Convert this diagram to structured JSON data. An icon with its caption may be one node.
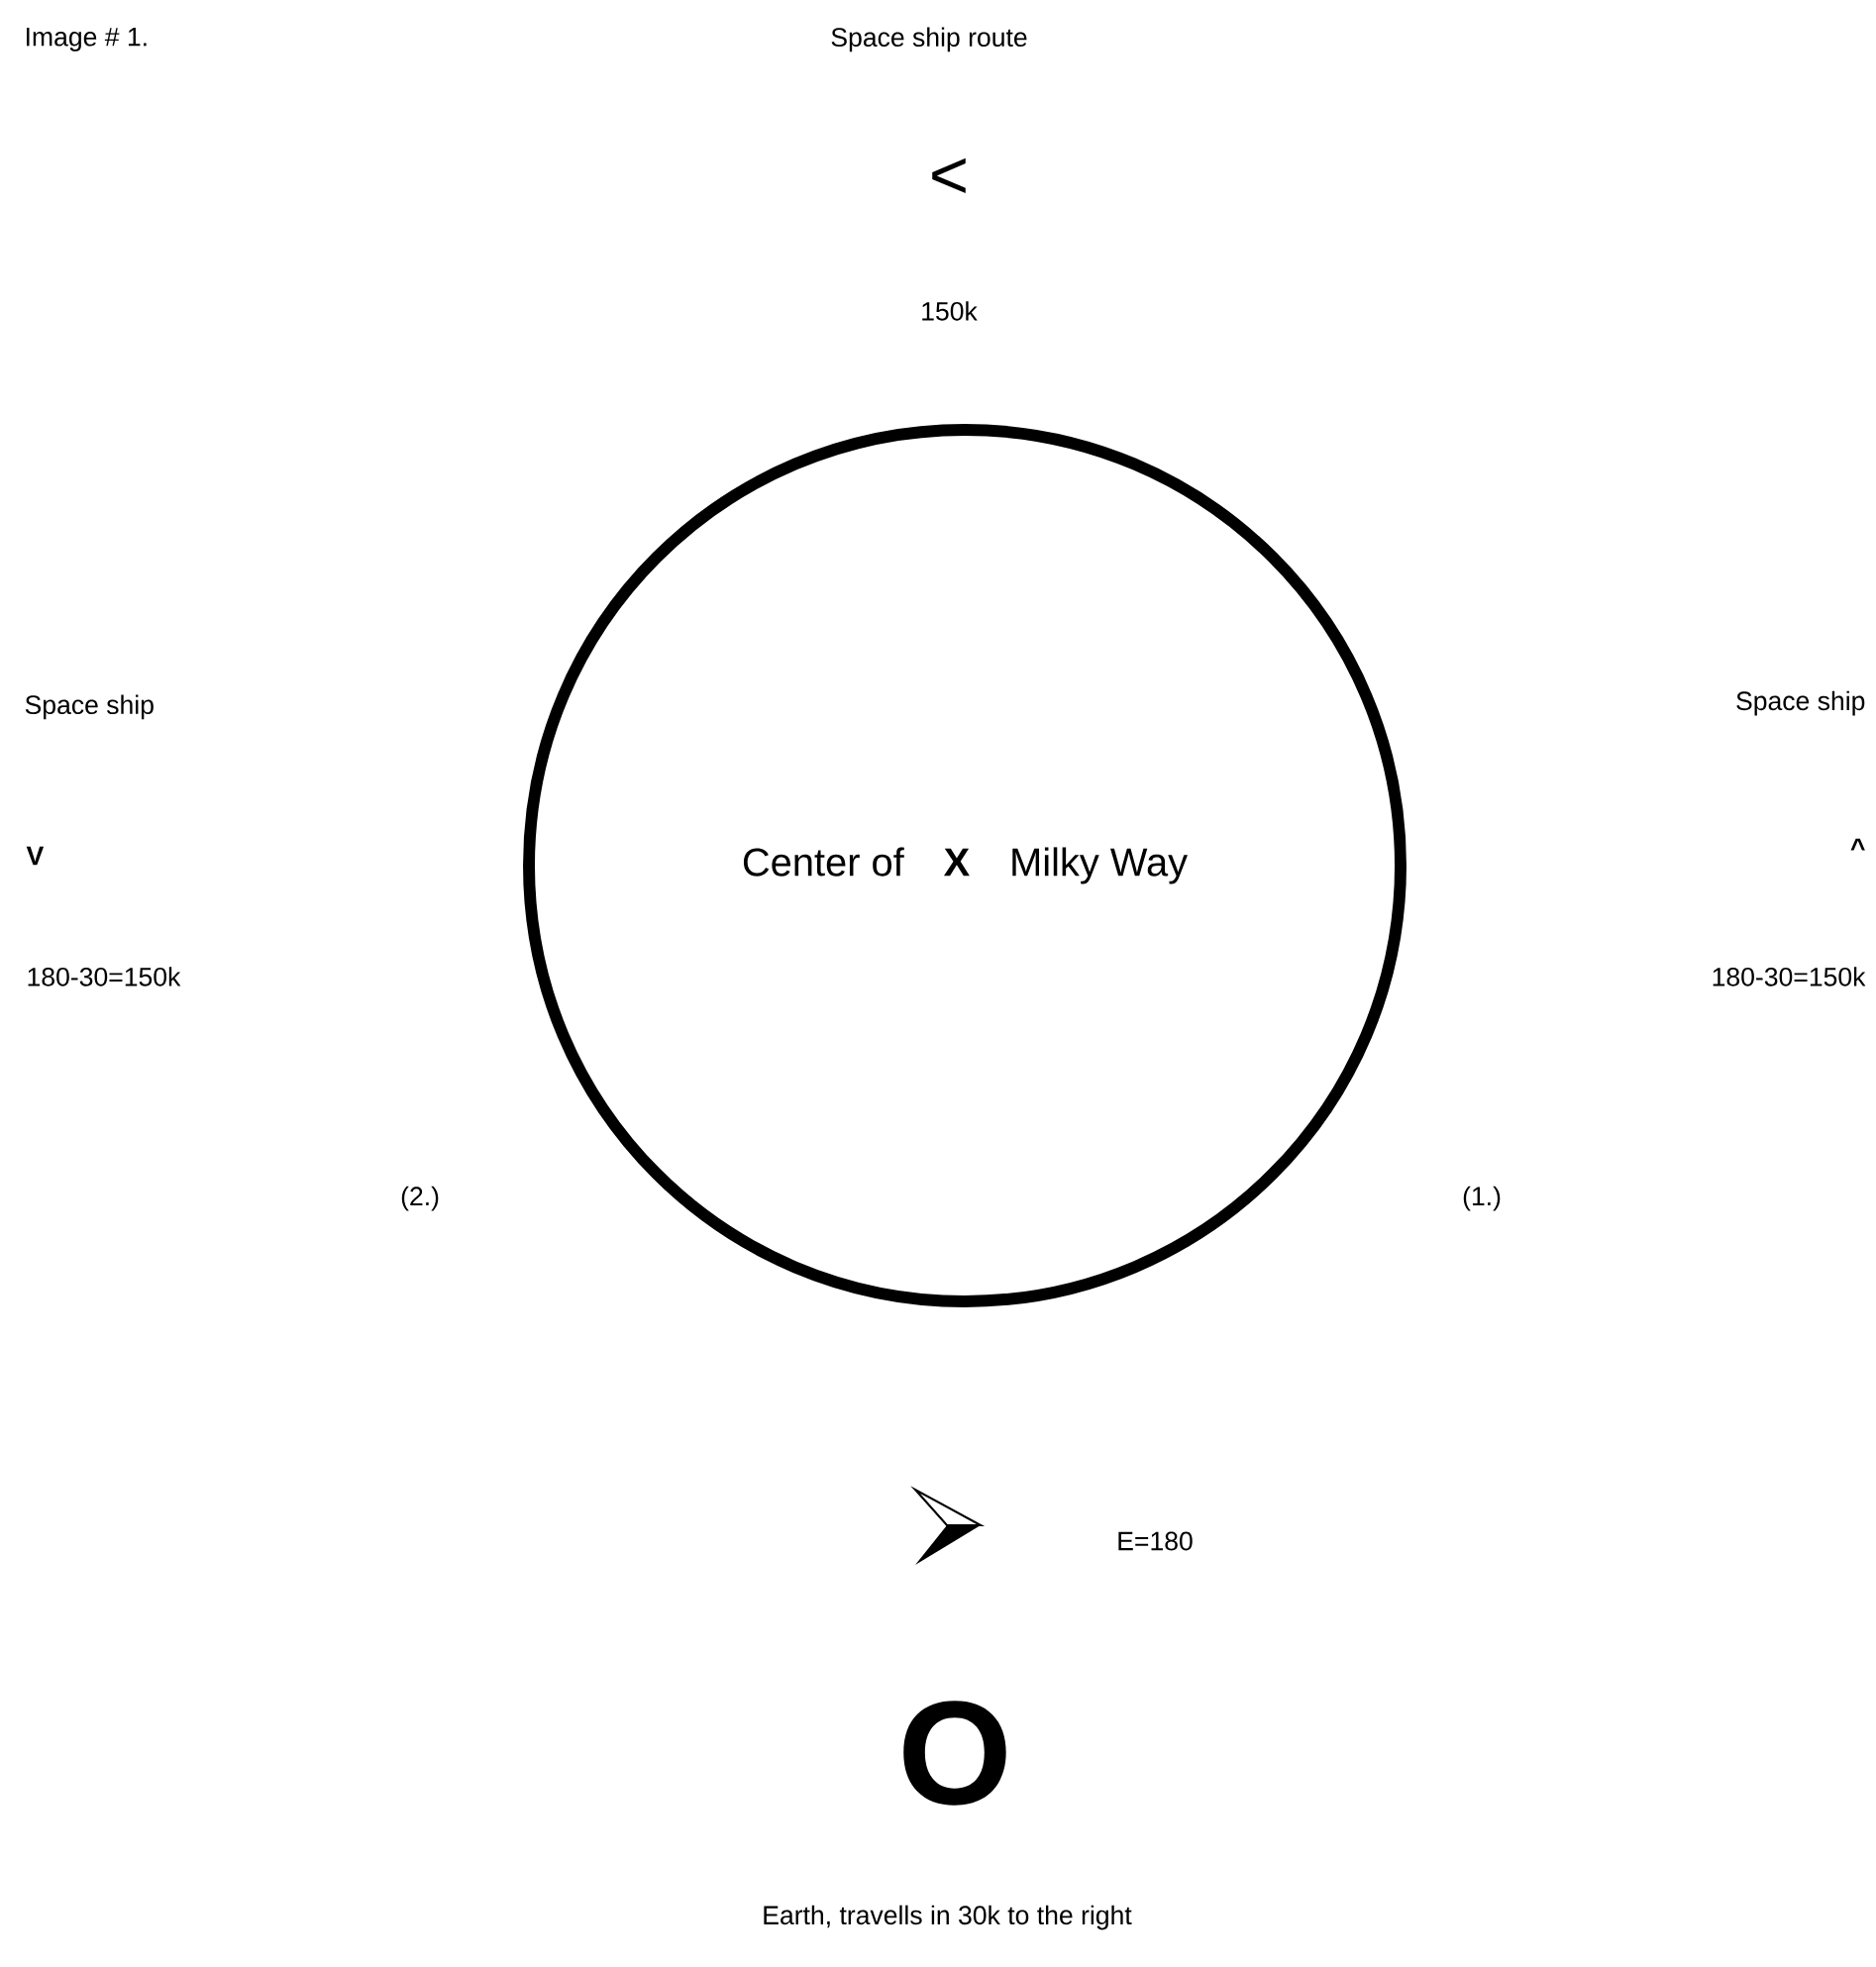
{
  "diagram": {
    "nodes": [
      {
        "text": [
          "Center of",
          "X",
          "Milky Way"
        ]
      }
    ],
    "edges": [],
    "labels": [
      "Image # 1.",
      "Space ship route",
      "<",
      "150k",
      "Space ship",
      "Space ship",
      "V",
      "^",
      "180-30=150k",
      "180-30=150k",
      "(2.)",
      "(1.)",
      "E=180",
      "O",
      "Earth, travells in 30k to the right"
    ]
  }
}
